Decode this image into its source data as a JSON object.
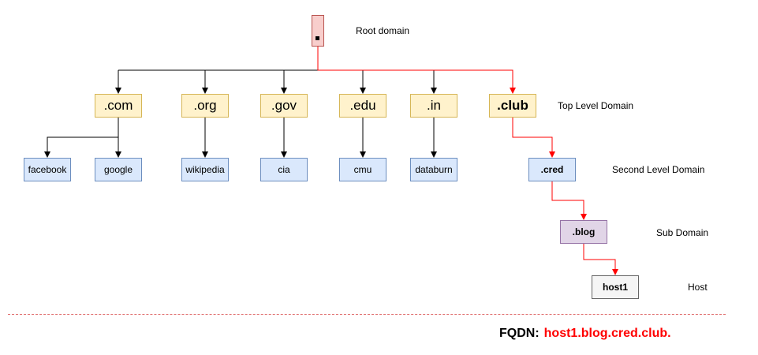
{
  "root": {
    "label": "Root domain"
  },
  "tlds": [
    ".com",
    ".org",
    ".gov",
    ".edu",
    ".in",
    ".club"
  ],
  "second_level": [
    "facebook",
    "google",
    "wikipedia",
    "cia",
    "cmu",
    "databurn",
    ".cred"
  ],
  "subdomain": ".blog",
  "host": "host1",
  "levels": {
    "top": "Top Level Domain",
    "second": "Second Level Domain",
    "sub": "Sub Domain",
    "host": "Host"
  },
  "fqdn": {
    "label": "FQDN:",
    "value": "host1.blog.cred.club."
  },
  "colors": {
    "highlight_path": "#ff0000",
    "normal_path": "#000000"
  }
}
